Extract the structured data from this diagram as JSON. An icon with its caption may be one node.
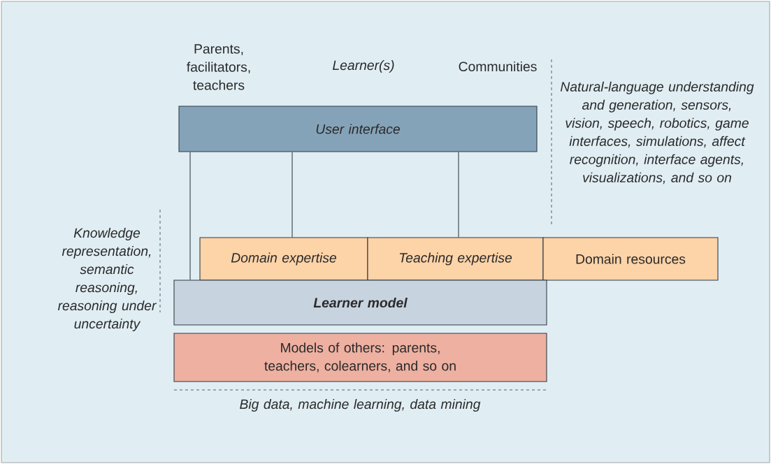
{
  "diagram": {
    "nodes": [
      {
        "text": [
          "User interface"
        ]
      },
      {
        "text": [
          "Domain expertise"
        ]
      },
      {
        "text": [
          "Teaching expertise"
        ]
      },
      {
        "text": [
          "Domain resources"
        ]
      },
      {
        "text": [
          "Learner model"
        ]
      },
      {
        "text": [
          "Models of others: parents, teachers, colearners, and so on"
        ]
      }
    ],
    "edges": [
      {
        "from": 0,
        "to": 4,
        "arrow": "none"
      },
      {
        "from": 0,
        "to": 1,
        "arrow": "none"
      },
      {
        "from": 0,
        "to": 2,
        "arrow": "none"
      }
    ],
    "labels": [
      "Parents, facilitators, teachers",
      "Learner(s)",
      "Communities",
      "Natural-language understanding and generation, sensors, vision, speech, robotics, game interfaces, simulations, affect recognition, interface agents, visualizations, and so on",
      "Knowledge representation, semantic reasoning, reasoning under uncertainty",
      "Big data, machine learning, data mining"
    ]
  }
}
